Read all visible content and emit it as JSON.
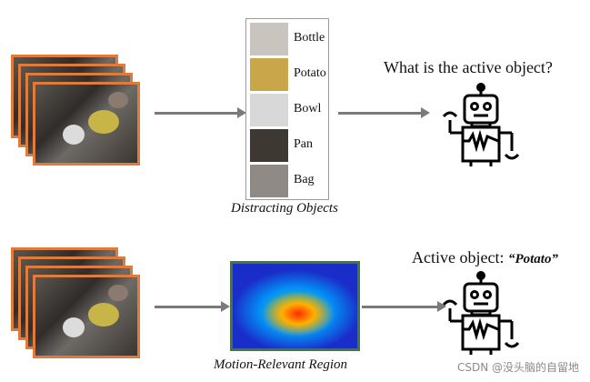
{
  "objects": [
    {
      "label": "Bottle",
      "thumb_color": "#c9c4bd"
    },
    {
      "label": "Potato",
      "thumb_color": "#c9a64a"
    },
    {
      "label": "Bowl",
      "thumb_color": "#d8d8d8"
    },
    {
      "label": "Pan",
      "thumb_color": "#3e3833"
    },
    {
      "label": "Bag",
      "thumb_color": "#8f8a86"
    }
  ],
  "distracting_caption": "Distracting Objects",
  "question": "What is the active object?",
  "motion_caption": "Motion-Relevant Region",
  "answer_prefix": "Active object: ",
  "answer_value": "“Potato”",
  "watermark": "CSDN @没头脑的自留地",
  "colors": {
    "frame_border": "#e07b3c",
    "heatmap_border": "#3f7a36",
    "arrow": "#7a7a7a"
  }
}
